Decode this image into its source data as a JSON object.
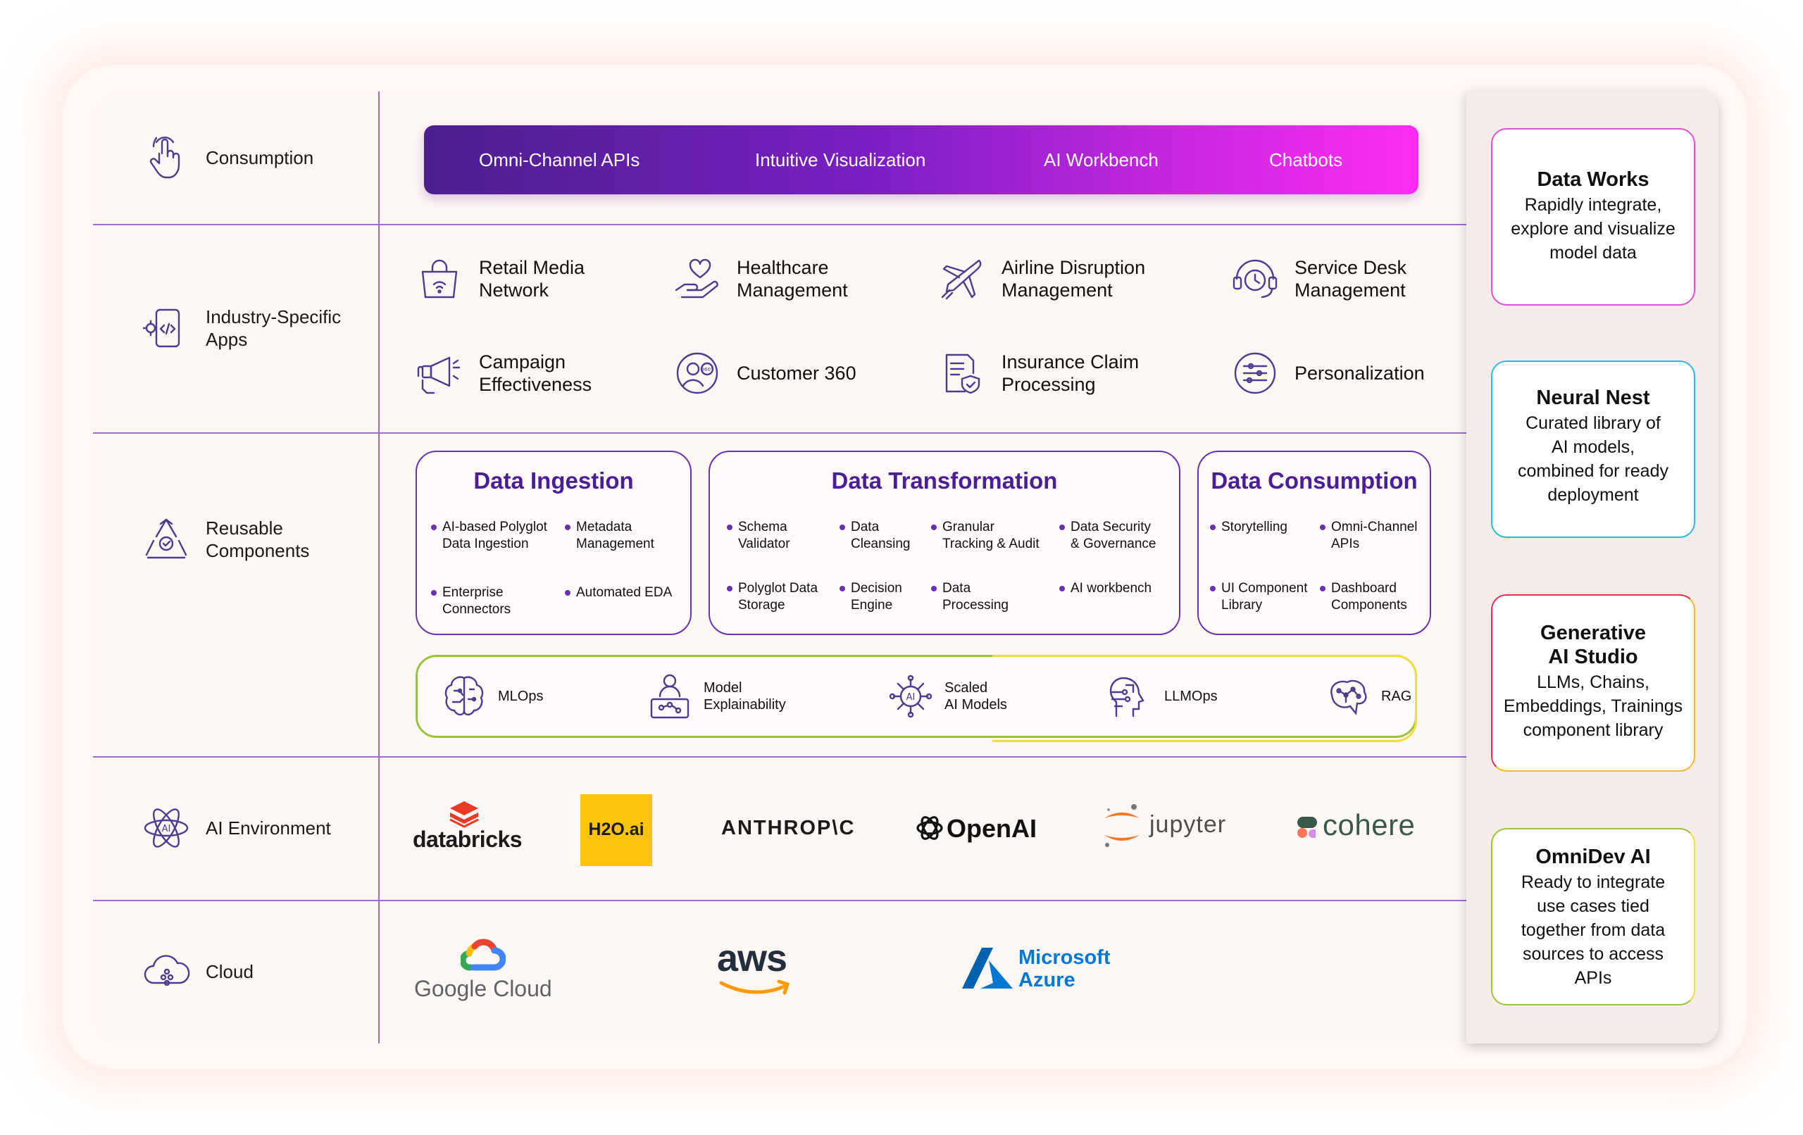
{
  "rows": {
    "consumption": "Consumption",
    "industry_apps_line1": "Industry-Specific",
    "industry_apps_line2": "Apps",
    "reusable_line1": "Reusable",
    "reusable_line2": "Components",
    "ai_environment": "AI Environment",
    "cloud": "Cloud"
  },
  "consumption_bar": [
    "Omni-Channel APIs",
    "Intuitive Visualization",
    "AI Workbench",
    "Chatbots"
  ],
  "apps": [
    {
      "line1": "Retail Media",
      "line2": "Network",
      "icon": "shopping-bag-wifi-icon"
    },
    {
      "line1": "Healthcare",
      "line2": "Management",
      "icon": "heart-hand-icon"
    },
    {
      "line1": "Airline Disruption",
      "line2": "Management",
      "icon": "airplane-icon"
    },
    {
      "line1": "Service Desk",
      "line2": "Management",
      "icon": "headset-clock-icon"
    },
    {
      "line1": "Campaign",
      "line2": "Effectiveness",
      "icon": "megaphone-hand-icon"
    },
    {
      "line1": "Customer 360",
      "line2": "",
      "icon": "user-360-icon"
    },
    {
      "line1": "Insurance Claim",
      "line2": "Processing",
      "icon": "document-shield-icon"
    },
    {
      "line1": "Personalization",
      "line2": "",
      "icon": "sliders-icon"
    }
  ],
  "components": {
    "ingestion": {
      "title": "Data Ingestion",
      "items": [
        "AI-based Polyglot\nData Ingestion",
        "Metadata\nManagement",
        "Enterprise\nConnectors",
        "Automated EDA"
      ]
    },
    "transformation": {
      "title": "Data Transformation",
      "items": [
        "Schema\nValidator",
        "Data\nCleansing",
        "Granular\nTracking & Audit",
        "Data Security\n& Governance",
        "Polyglot Data\nStorage",
        "Decision\nEngine",
        "Data\nProcessing",
        "AI workbench"
      ]
    },
    "consumption": {
      "title": "Data Consumption",
      "items": [
        "Storytelling",
        "Omni-Channel\nAPIs",
        "UI Component\nLibrary",
        "Dashboard\nComponents"
      ]
    }
  },
  "ops": [
    {
      "label": "MLOps",
      "icon": "brain-circuit-icon"
    },
    {
      "label": "Model\nExplainability",
      "icon": "user-network-icon"
    },
    {
      "label": "Scaled\nAI Models",
      "icon": "ai-chip-icon"
    },
    {
      "label": "LLMOps",
      "icon": "head-circuit-icon"
    },
    {
      "label": "RAG",
      "icon": "brain-network-icon"
    }
  ],
  "ai_logos": {
    "databricks": "databricks",
    "h2o": "H2O.ai",
    "anthropic": "ANTHROP\\C",
    "openai": "OpenAI",
    "jupyter": "jupyter",
    "cohere": "cohere"
  },
  "cloud_logos": {
    "google": "Google Cloud",
    "aws": "aws",
    "azure_line1": "Microsoft",
    "azure_line2": "Azure"
  },
  "cards": [
    {
      "title": "Data Works",
      "desc": "Rapidly integrate,\nexplore and visualize\nmodel data",
      "border": "#e14fd6"
    },
    {
      "title": "Neural Nest",
      "desc": "Curated library of\nAI models,\ncombined for ready\ndeployment",
      "border": "#2ab7e0"
    },
    {
      "title": "Generative\nAI Studio",
      "desc": "LLMs, Chains,\nEmbeddings, Trainings\ncomponent library",
      "border": "#e8314f"
    },
    {
      "title": "OmniDev AI",
      "desc": "Ready to integrate\nuse cases tied\ntogether from data\nsources to access\nAPIs",
      "border": "#9ac43c"
    }
  ],
  "colors": {
    "accent": "#6a2fb3",
    "divider": "#9d6ad6",
    "title": "#4a1e96",
    "gradient_start": "#4b1f8e",
    "gradient_end": "#ff2cf2"
  }
}
